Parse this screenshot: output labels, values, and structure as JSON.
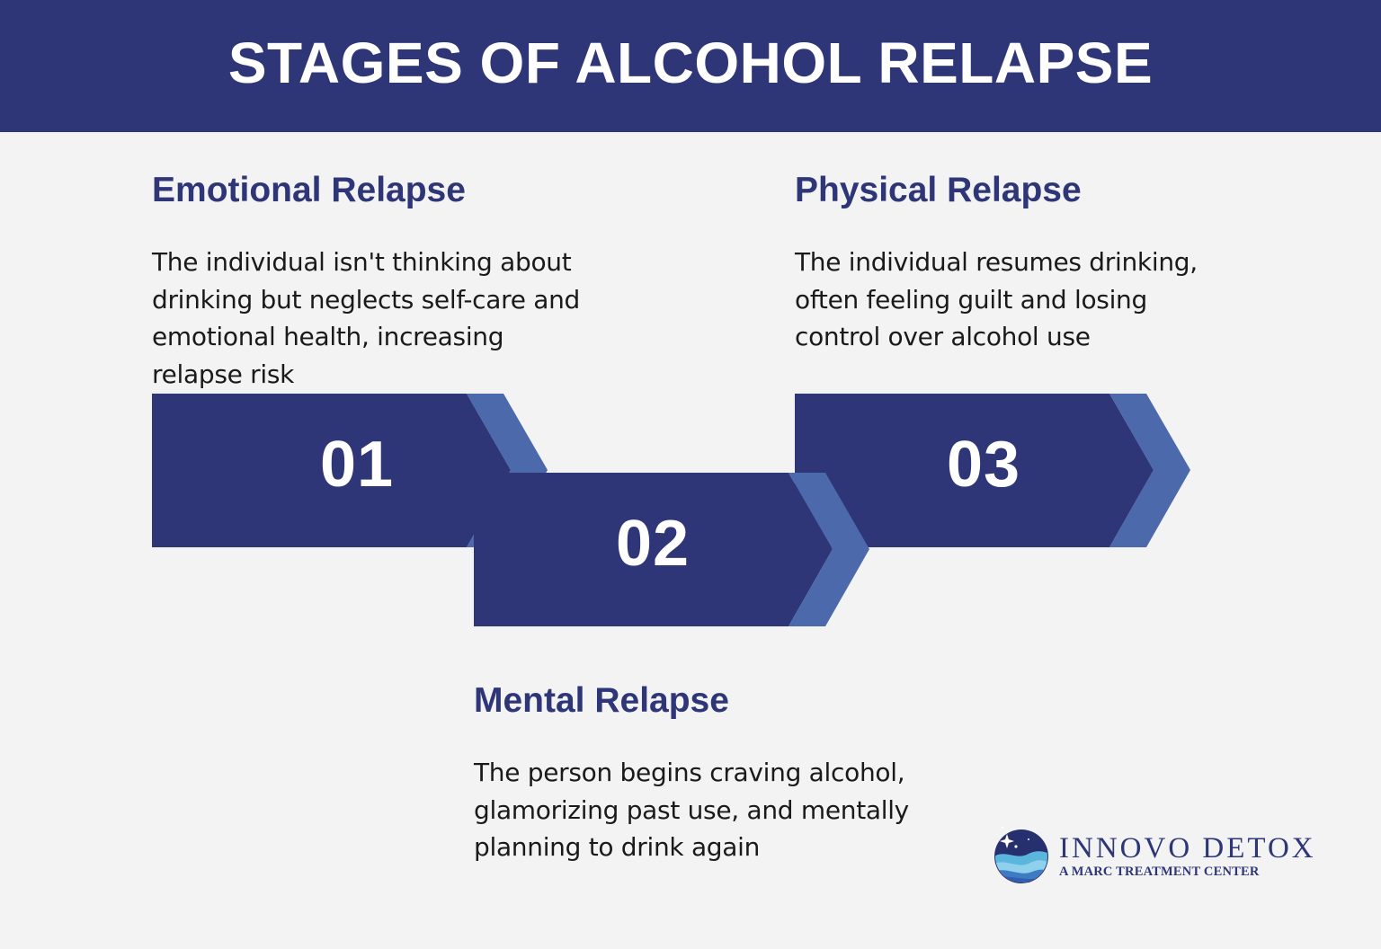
{
  "header": {
    "title": "STAGES OF ALCOHOL RELAPSE"
  },
  "colors": {
    "primary_navy": "#2e3677",
    "accent_blue": "#4b69ab",
    "background": "#f3f3f4",
    "text": "#1a1a1a"
  },
  "stages": [
    {
      "number": "01",
      "title": "Emotional Relapse",
      "description_lines": [
        "The individual isn't thinking about",
        "drinking but neglects self-care and",
        "emotional health, increasing",
        "relapse risk"
      ]
    },
    {
      "number": "02",
      "title": "Mental Relapse",
      "description_lines": [
        "The person begins craving alcohol,",
        "glamorizing past use, and mentally",
        "planning to drink again"
      ]
    },
    {
      "number": "03",
      "title": "Physical Relapse",
      "description_lines": [
        "The individual resumes drinking,",
        "often feeling guilt and losing",
        "control over alcohol use"
      ]
    }
  ],
  "logo": {
    "icon": "globe-wave-star-icon",
    "name": "INNOVO DETOX",
    "tagline": "A MARC TREATMENT CENTER"
  }
}
